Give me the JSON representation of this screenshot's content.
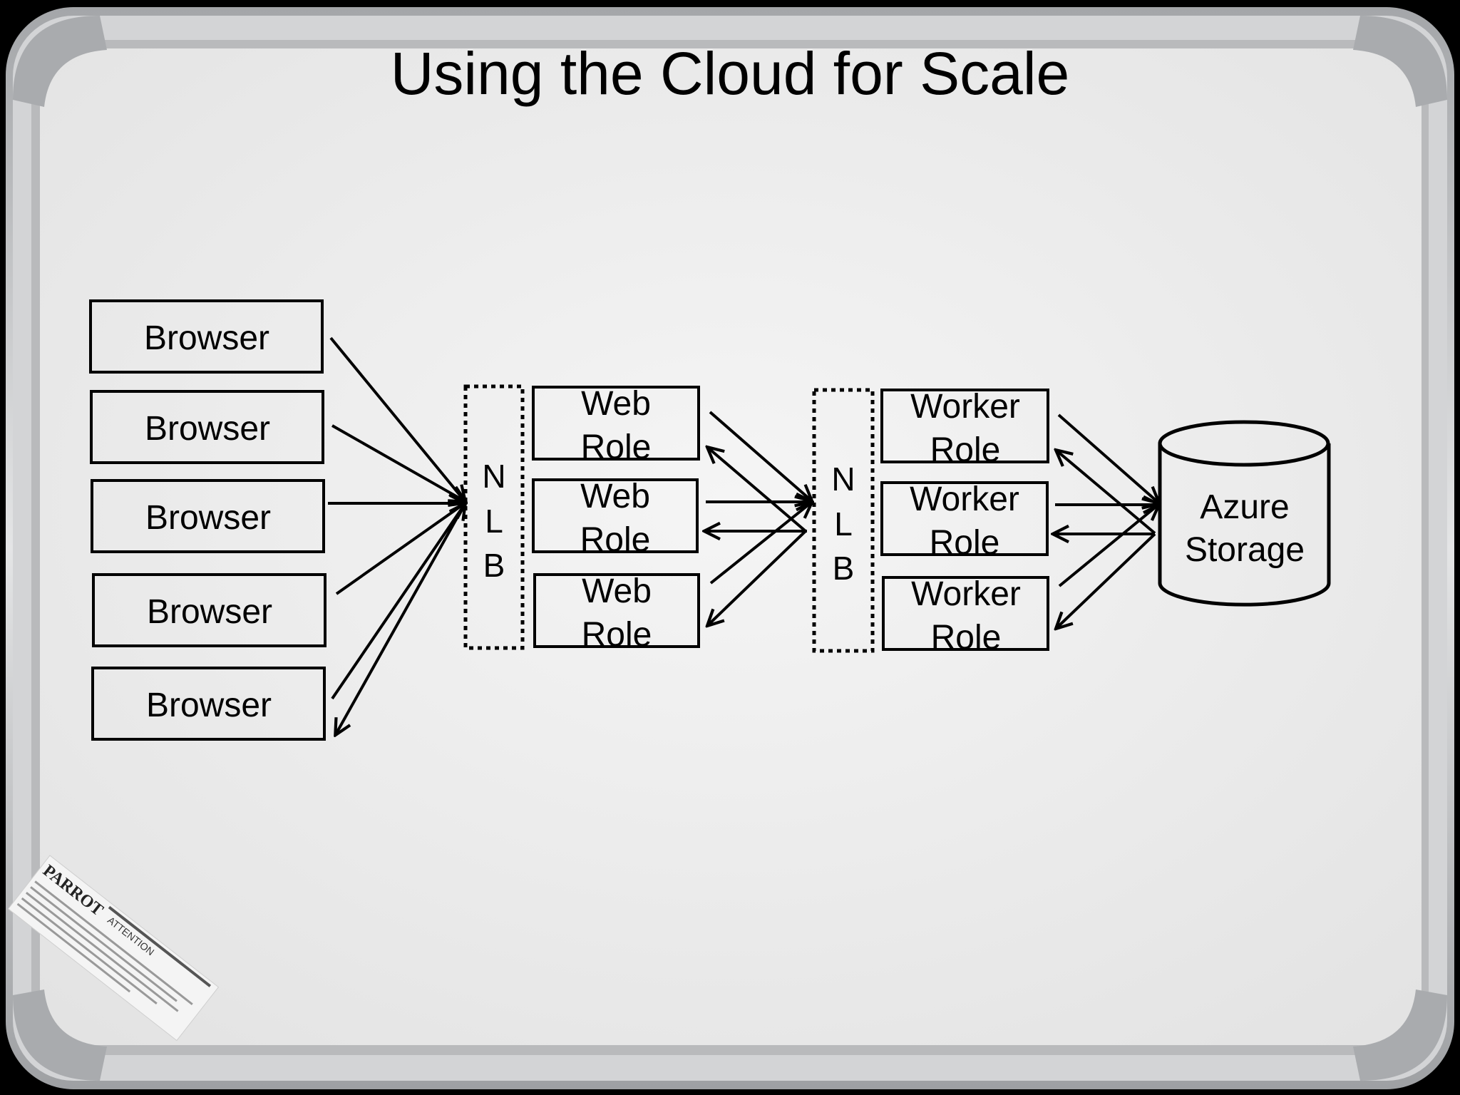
{
  "title": "Using the Cloud for Scale",
  "browsers": [
    "Browser",
    "Browser",
    "Browser",
    "Browser",
    "Browser"
  ],
  "nlb_left": {
    "letters": [
      "N",
      "L",
      "B"
    ]
  },
  "web_roles": [
    {
      "line1": "Web",
      "line2": "Role"
    },
    {
      "line1": "Web",
      "line2": "Role"
    },
    {
      "line1": "Web",
      "line2": "Role"
    }
  ],
  "nlb_right": {
    "letters": [
      "N",
      "L",
      "B"
    ]
  },
  "worker_roles": [
    {
      "line1": "Worker",
      "line2": "Role"
    },
    {
      "line1": "Worker",
      "line2": "Role"
    },
    {
      "line1": "Worker",
      "line2": "Role"
    }
  ],
  "storage": {
    "line1": "Azure",
    "line2": "Storage"
  },
  "sticker": {
    "brand": "PARROT",
    "note": "ATTENTION"
  },
  "colors": {
    "board": "#ececec",
    "frame": "#c8c9cb",
    "ink": "#000000"
  }
}
